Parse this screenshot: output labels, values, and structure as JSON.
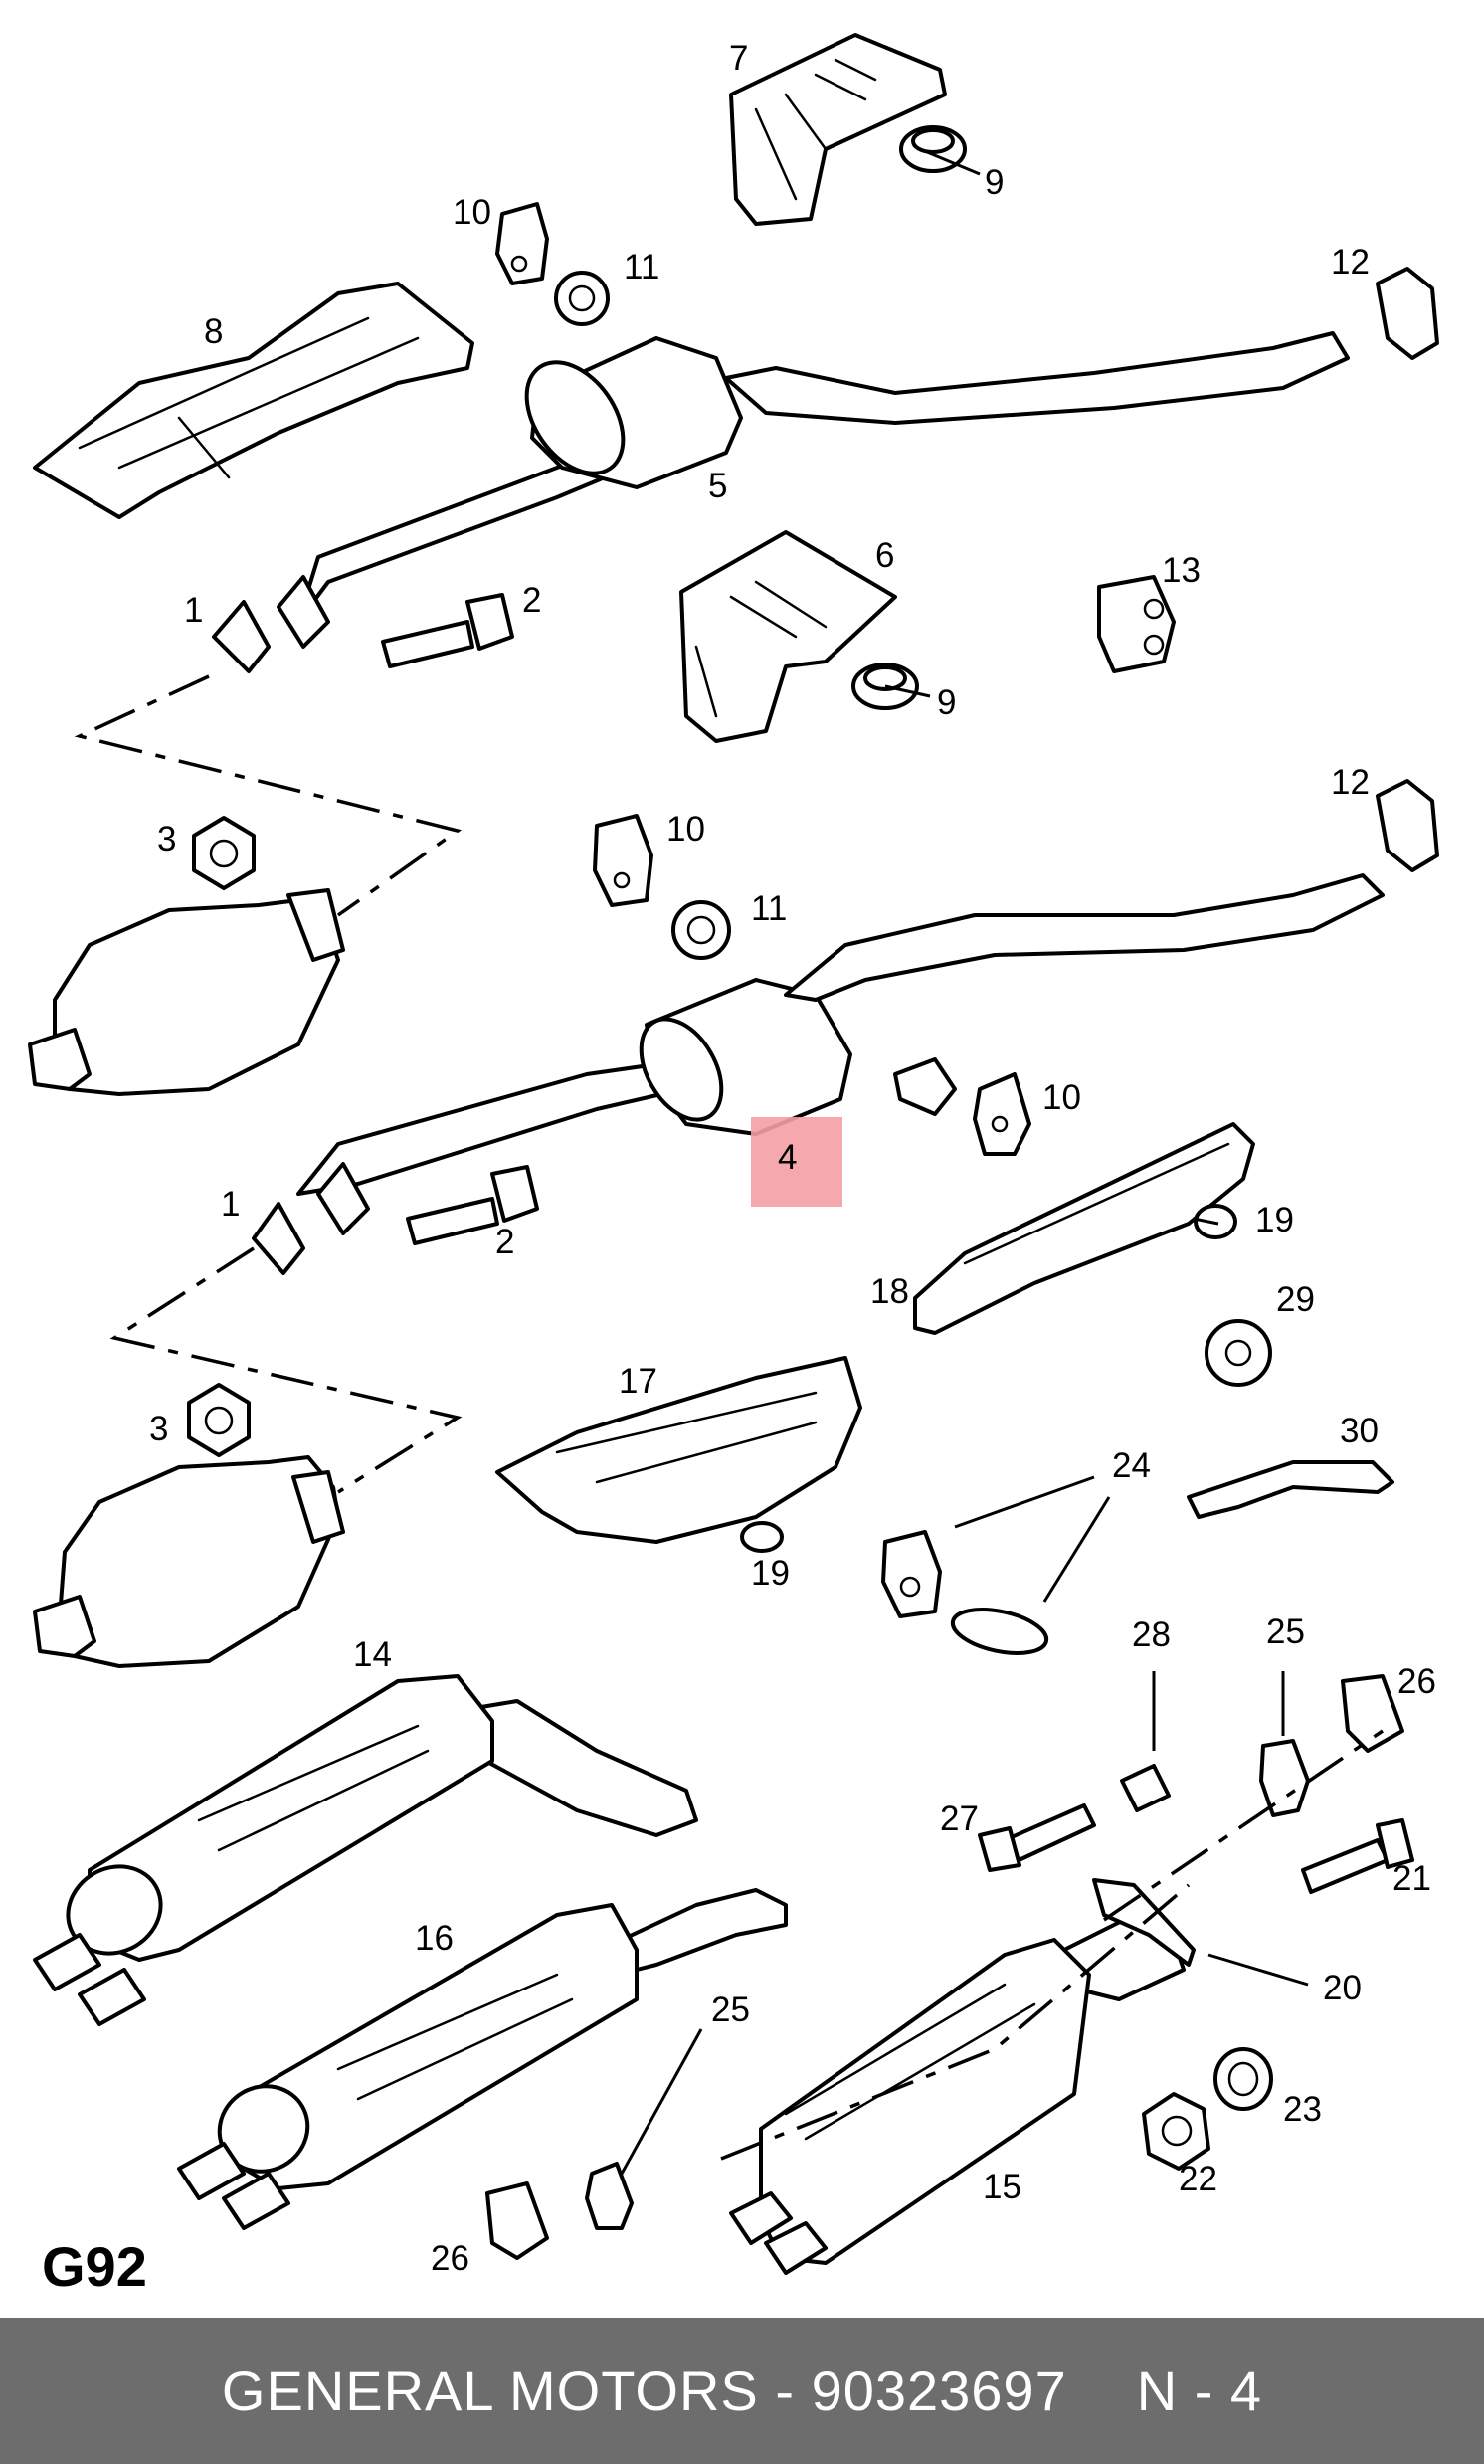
{
  "diagram": {
    "code": "G92",
    "highlighted_part": "4",
    "part_labels": {
      "p1a": "1",
      "p1b": "1",
      "p2a": "2",
      "p2b": "2",
      "p3a": "3",
      "p3b": "3",
      "p4": "4",
      "p5": "5",
      "p6": "6",
      "p7": "7",
      "p8": "8",
      "p9a": "9",
      "p9b": "9",
      "p10a": "10",
      "p10b": "10",
      "p10c": "10",
      "p11a": "11",
      "p11b": "11",
      "p12a": "12",
      "p12b": "12",
      "p13": "13",
      "p14": "14",
      "p15": "15",
      "p16": "16",
      "p17": "17",
      "p18": "18",
      "p19a": "19",
      "p19b": "19",
      "p20": "20",
      "p21": "21",
      "p22": "22",
      "p23": "23",
      "p24": "24",
      "p25a": "25",
      "p25b": "25",
      "p26a": "26",
      "p26b": "26",
      "p27": "27",
      "p28": "28",
      "p29": "29",
      "p30": "30"
    }
  },
  "footer": {
    "brand": "GENERAL MOTORS",
    "separator": "-",
    "part_number": "90323697",
    "page": "N - 4"
  },
  "colors": {
    "footer_background": "#6d6d6d",
    "highlight": "#f4a0a6"
  }
}
